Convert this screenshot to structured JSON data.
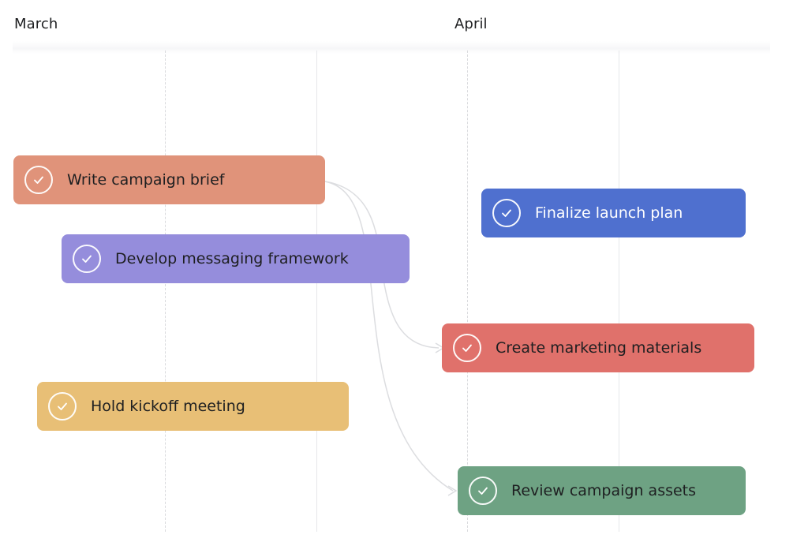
{
  "timeline": {
    "months": [
      {
        "label": "March"
      },
      {
        "label": "April"
      }
    ]
  },
  "tasks": [
    {
      "id": "write-brief",
      "label": "Write campaign brief",
      "color": "#e0937a",
      "text_color": "dark",
      "completed": true
    },
    {
      "id": "develop-messaging",
      "label": "Develop messaging framework",
      "color": "#958ddc",
      "text_color": "dark",
      "completed": true
    },
    {
      "id": "hold-kickoff",
      "label": "Hold kickoff meeting",
      "color": "#e8bf76",
      "text_color": "dark",
      "completed": true
    },
    {
      "id": "finalize-launch",
      "label": "Finalize launch plan",
      "color": "#4f70cf",
      "text_color": "light",
      "completed": true
    },
    {
      "id": "create-materials",
      "label": "Create marketing materials",
      "color": "#e0716b",
      "text_color": "dark",
      "completed": true
    },
    {
      "id": "review-assets",
      "label": "Review campaign assets",
      "color": "#6ea283",
      "text_color": "dark",
      "completed": true
    }
  ],
  "dependencies": [
    {
      "from": "write-brief",
      "to": "create-materials"
    },
    {
      "from": "write-brief",
      "to": "review-assets"
    }
  ],
  "icons": {
    "task_status": "check-circle-icon",
    "dependency_arrow": "arrow-icon"
  },
  "colors": {
    "gridline": "#d9dadd",
    "dependency_line": "#dcdde0",
    "month_text": "#1e1f21"
  }
}
